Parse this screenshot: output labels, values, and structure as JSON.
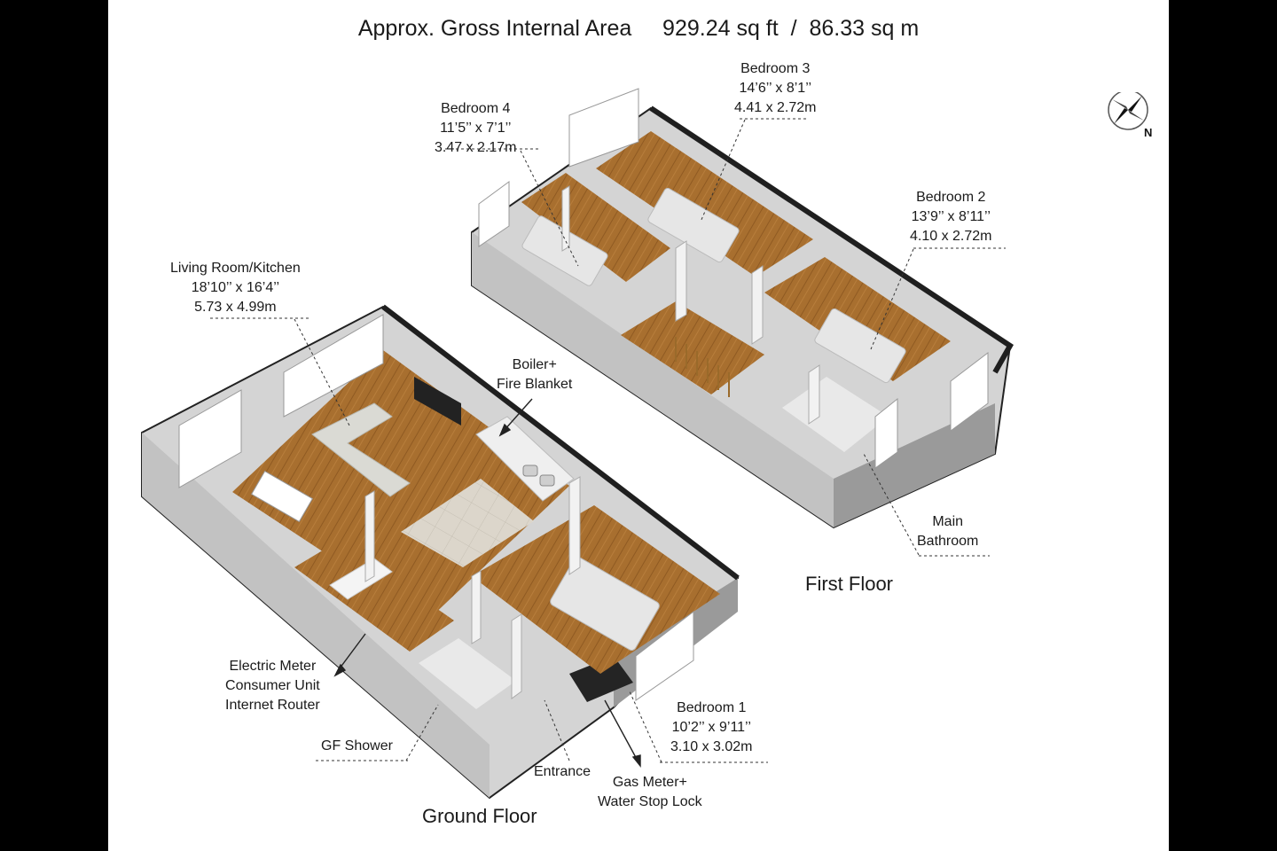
{
  "header": {
    "area_label": "Approx. Gross Internal Area",
    "area_sqft": "929.24 sq ft",
    "separator": "/",
    "area_sqm": "86.33 sq m"
  },
  "compass": {
    "north_label": "N",
    "icon": "compass-rose-icon"
  },
  "floors": {
    "ground": "Ground Floor",
    "first": "First Floor"
  },
  "rooms": {
    "living": {
      "name": "Living Room/Kitchen",
      "imperial": "18’10’’ x 16’4’’",
      "metric": "5.73 x 4.99m"
    },
    "bed1": {
      "name": "Bedroom 1",
      "imperial": "10’2’’ x 9’11’’",
      "metric": "3.10 x 3.02m"
    },
    "bed2": {
      "name": "Bedroom 2",
      "imperial": "13’9’’ x 8’11’’",
      "metric": "4.10 x 2.72m"
    },
    "bed3": {
      "name": "Bedroom 3",
      "imperial": "14’6’’ x 8’1’’",
      "metric": "4.41 x 2.72m"
    },
    "bed4": {
      "name": "Bedroom 4",
      "imperial": "11’5’’ x 7’1’’",
      "metric": "3.47 x 2.17m"
    }
  },
  "annotations": {
    "boiler_1": "Boiler+",
    "boiler_2": "Fire Blanket",
    "meter_1": "Electric Meter",
    "meter_2": "Consumer Unit",
    "meter_3": "Internet Router",
    "shower": "GF Shower",
    "entrance": "Entrance",
    "gas_1": "Gas Meter+",
    "gas_2": "Water Stop Lock",
    "bath_1": "Main",
    "bath_2": "Bathroom"
  },
  "colors": {
    "wood_floor": "#a66d2e",
    "wall_grey": "#cfcfcf",
    "wall_dark": "#8d8d8d",
    "wall_top": "#1f1f1f",
    "tile_floor": "#d8d4cc"
  }
}
